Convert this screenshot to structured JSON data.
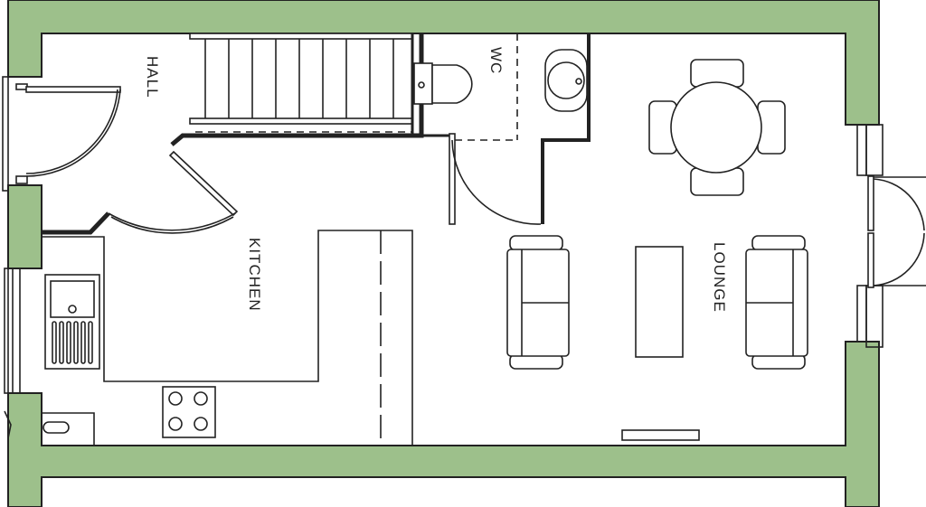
{
  "rooms": {
    "hall": "HALL",
    "wc": "WC",
    "kitchen": "KITCHEN",
    "lounge": "LOUNGE"
  },
  "colors": {
    "wall": "#9dc08b",
    "line": "#222222",
    "floor": "#ffffff"
  }
}
